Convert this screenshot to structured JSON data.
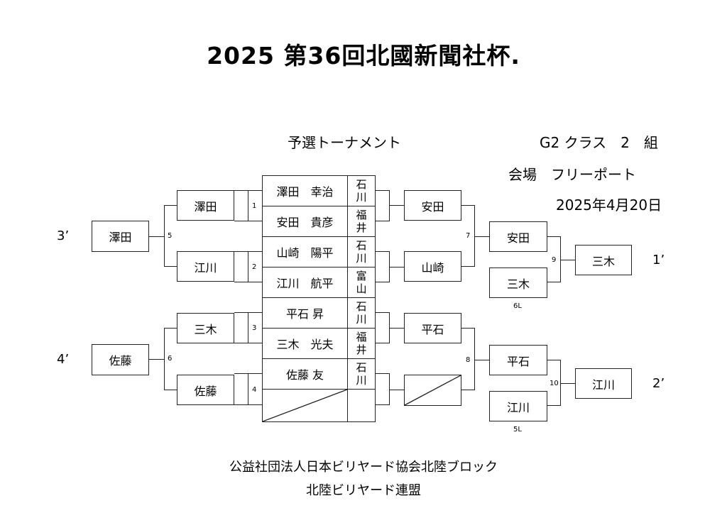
{
  "title": "2025 第36回北國新聞社杯.",
  "header": {
    "tournament": "予選トーナメント",
    "class_label": "G2 クラス　2　組",
    "venue": "会場　フリーポート",
    "date": "2025年4月20日"
  },
  "players": [
    {
      "name": "澤田　幸治",
      "pref": [
        "石",
        "川"
      ]
    },
    {
      "name": "安田　貴彦",
      "pref": [
        "福",
        "井"
      ]
    },
    {
      "name": "山崎　陽平",
      "pref": [
        "石",
        "川"
      ]
    },
    {
      "name": "江川　航平",
      "pref": [
        "富",
        "山"
      ]
    },
    {
      "name": "平石 昇",
      "pref": [
        "石",
        "川"
      ]
    },
    {
      "name": "三木　光夫",
      "pref": [
        "福",
        "井"
      ]
    },
    {
      "name": "佐藤 友",
      "pref": [
        "石",
        "川"
      ]
    }
  ],
  "left": {
    "r1": [
      "澤田",
      "江川",
      "三木",
      "佐藤"
    ],
    "r2": [
      "澤田",
      "佐藤"
    ],
    "seeds": [
      "3’",
      "4’"
    ]
  },
  "right": {
    "r1": [
      "安田",
      "山崎",
      "平石"
    ],
    "r2": [
      "安田",
      "三木",
      "平石",
      "江川"
    ],
    "winners": [
      "三木",
      "江川"
    ],
    "seeds": [
      "1’",
      "2’"
    ]
  },
  "match_numbers": [
    "1",
    "2",
    "3",
    "4",
    "5",
    "6",
    "7",
    "8",
    "9",
    "10"
  ],
  "loser_notes": [
    "6L",
    "5L"
  ],
  "footer": {
    "line1": "公益社団法人日本ビリヤード協会北陸ブロック",
    "line2": "北陸ビリヤード連盟"
  }
}
